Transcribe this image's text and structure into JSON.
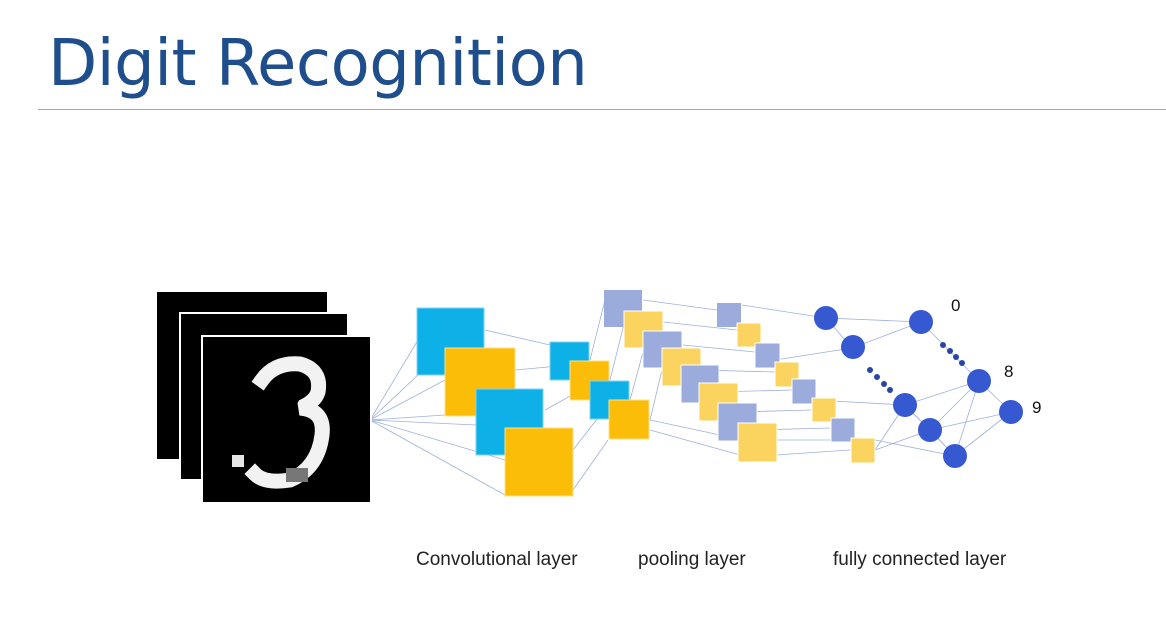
{
  "title": "Digit Recognition",
  "captions": {
    "convolutional": "Convolutional layer",
    "pooling": "pooling layer",
    "fully_connected": "fully connected layer"
  },
  "output_labels": {
    "first": "0",
    "eighth": "8",
    "ninth": "9"
  },
  "colors": {
    "title": "#1f4e8c",
    "rule": "#8fa8d8",
    "conv_blue": "#0eb0e8",
    "conv_yellow": "#fbbd08",
    "pool_lavender": "#9aabdc",
    "pool_yellow": "#fbd460",
    "neuron": "#3658d0",
    "connection": "#9fb0de"
  }
}
